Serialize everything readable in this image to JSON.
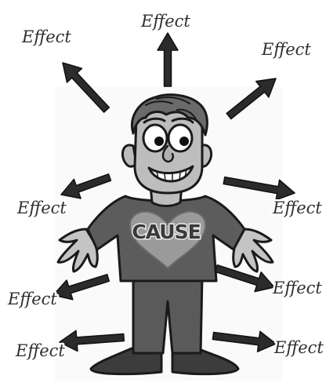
{
  "diagram": {
    "center": {
      "label": "CAUSE"
    },
    "effects": [
      {
        "label": "Effect"
      },
      {
        "label": "Effect"
      },
      {
        "label": "Effect"
      },
      {
        "label": "Effect"
      },
      {
        "label": "Effect"
      },
      {
        "label": "Effect"
      },
      {
        "label": "Effect"
      },
      {
        "label": "Effect"
      },
      {
        "label": "Effect"
      }
    ]
  },
  "colors": {
    "arrow": "#2b2b2b",
    "outline": "#1a1a1a",
    "shirt": "#5c5c5c",
    "pants": "#5a5a5a",
    "skin": "#bdbdbd",
    "heart": "#9a9a9a",
    "background": "#ffffff"
  },
  "icons": {
    "arrow": "arrow-icon",
    "figure": "cartoon-man-icon",
    "heart": "heart-icon"
  }
}
